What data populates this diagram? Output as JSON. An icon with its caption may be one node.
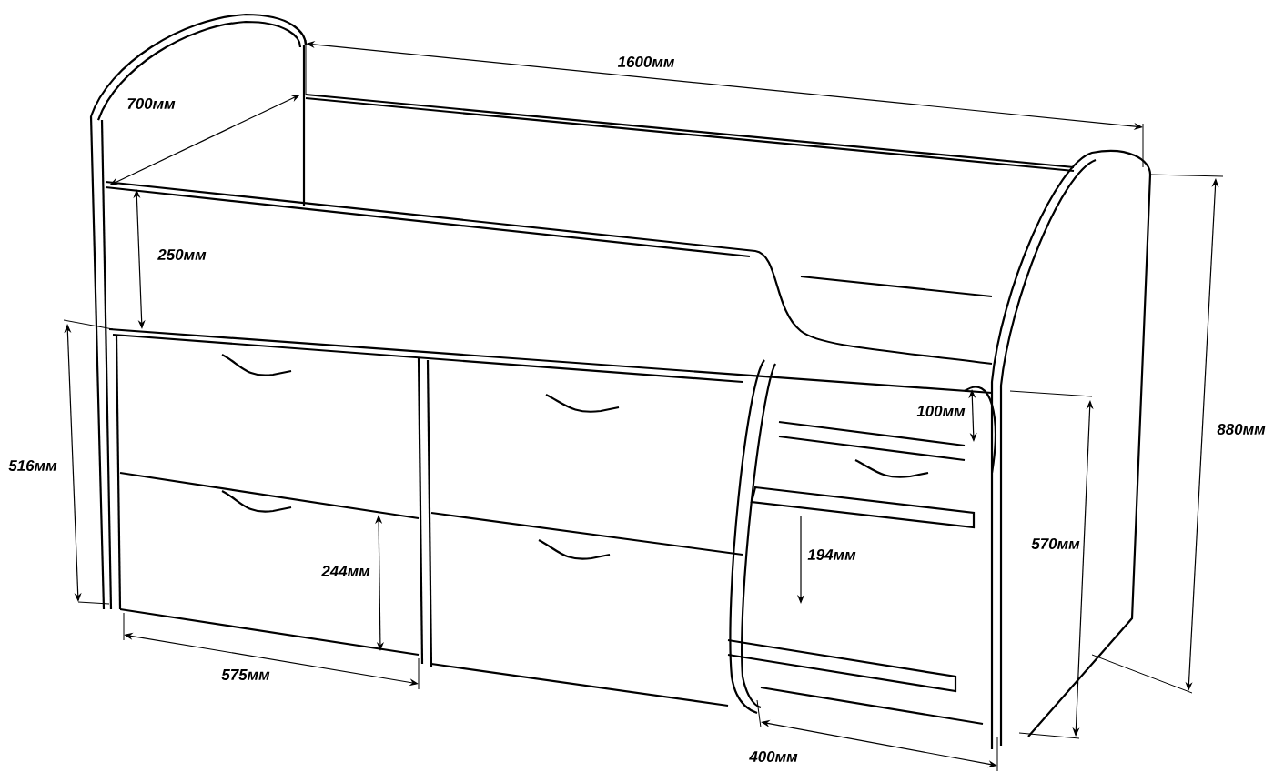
{
  "diagram": {
    "labels": [
      "1600мм",
      "700мм",
      "250мм",
      "100мм",
      "880мм",
      "516мм",
      "570мм",
      "194мм",
      "244мм",
      "575мм",
      "400мм"
    ]
  }
}
